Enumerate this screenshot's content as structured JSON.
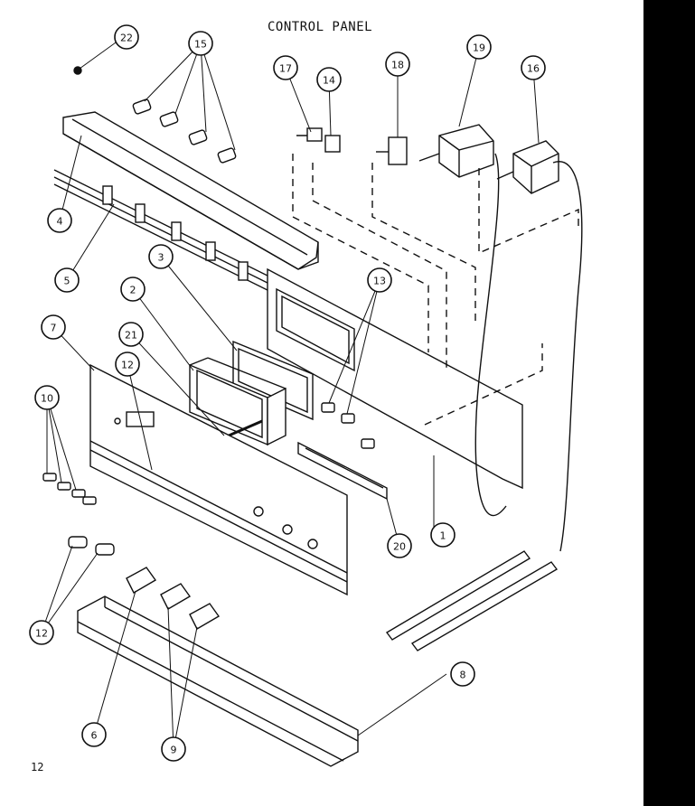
{
  "title": "CONTROL PANEL",
  "page_number": "12",
  "callouts": [
    {
      "id": "22",
      "label": "22"
    },
    {
      "id": "15",
      "label": "15"
    },
    {
      "id": "17",
      "label": "17"
    },
    {
      "id": "14",
      "label": "14"
    },
    {
      "id": "18",
      "label": "18"
    },
    {
      "id": "19",
      "label": "19"
    },
    {
      "id": "16",
      "label": "16"
    },
    {
      "id": "4",
      "label": "4"
    },
    {
      "id": "5",
      "label": "5"
    },
    {
      "id": "3",
      "label": "3"
    },
    {
      "id": "2",
      "label": "2"
    },
    {
      "id": "13",
      "label": "13"
    },
    {
      "id": "7",
      "label": "7"
    },
    {
      "id": "21",
      "label": "21"
    },
    {
      "id": "12a",
      "label": "12"
    },
    {
      "id": "10",
      "label": "10"
    },
    {
      "id": "1",
      "label": "1"
    },
    {
      "id": "20",
      "label": "20"
    },
    {
      "id": "12b",
      "label": "12"
    },
    {
      "id": "8",
      "label": "8"
    },
    {
      "id": "6",
      "label": "6"
    },
    {
      "id": "9",
      "label": "9"
    }
  ]
}
